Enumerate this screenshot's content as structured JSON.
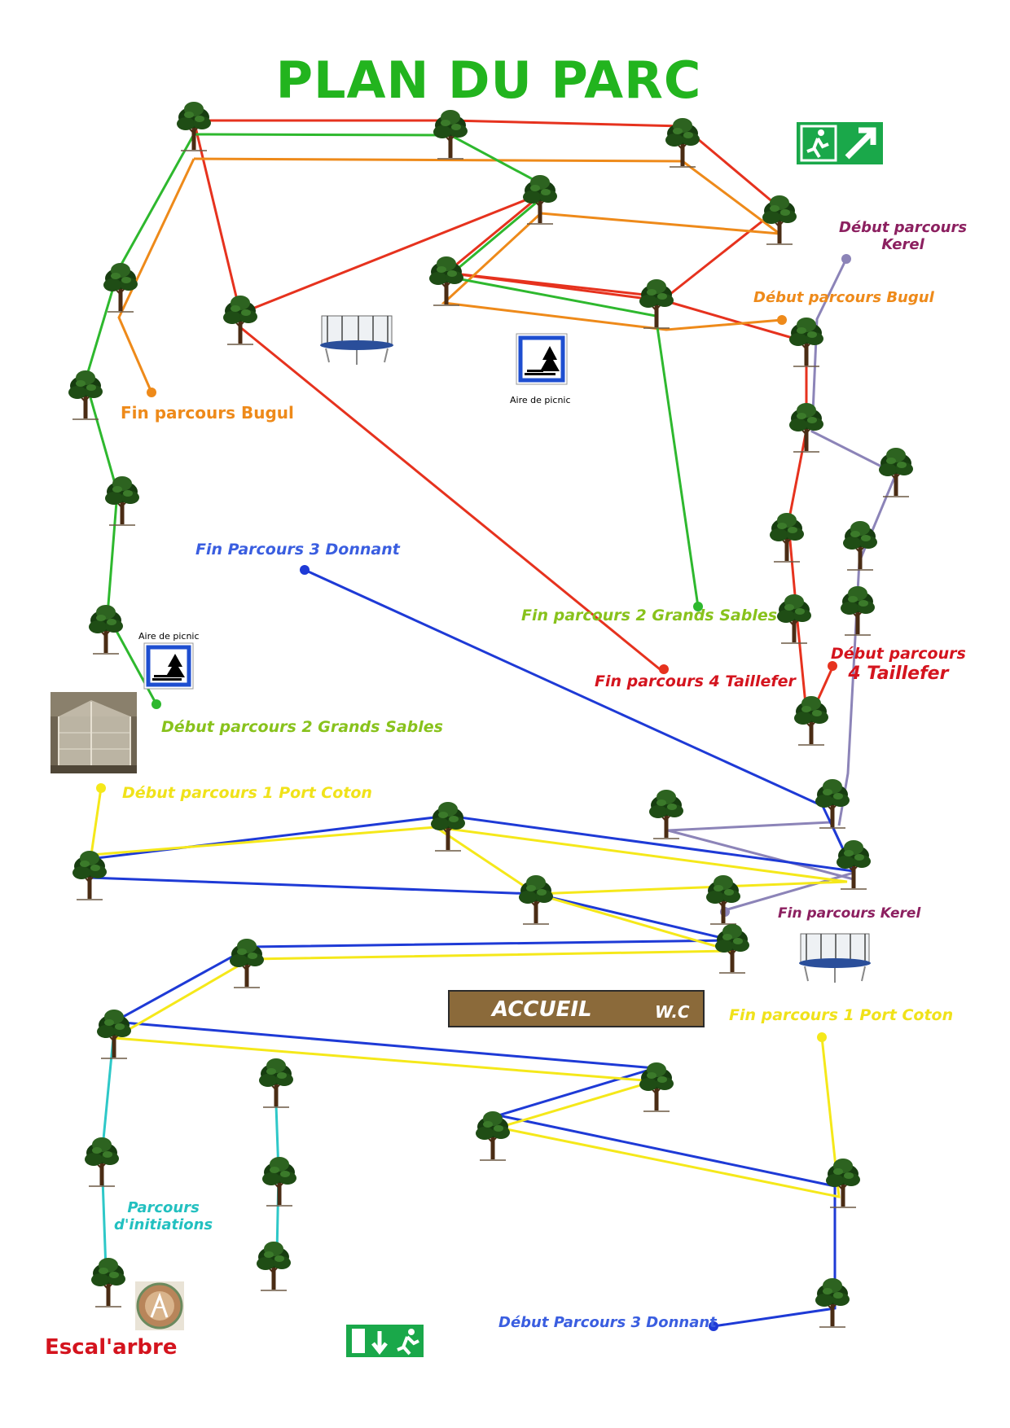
{
  "title": "PLAN DU PARC",
  "colors": {
    "title": "#22b41e",
    "red": "#e6321e",
    "green": "#2eb82e",
    "orange": "#ee8a1a",
    "blue": "#1e3ad6",
    "yellow": "#f5e81a",
    "purple": "#8c84b8",
    "cyan": "#2ec8c8",
    "label_green": "#88c21c",
    "label_orange": "#ee8a1a",
    "label_red": "#d4141e",
    "label_blue": "#3a5ee0",
    "label_yellow": "#f0e21a",
    "label_kerel": "#8c2060",
    "label_cyan": "#22c0c0",
    "escal": "#d4141e",
    "sign_green": "#1aa84a",
    "picnic_blue": "#1e4ed0",
    "accueil_bg": "#8b6a3a"
  },
  "labels": {
    "debut_kerel_1": "Début parcours",
    "debut_kerel_2": "Kerel",
    "debut_bugul": "Début parcours Bugul",
    "fin_bugul": "Fin parcours Bugul",
    "fin_3_donnant": "Fin Parcours 3 Donnant",
    "fin_2_grands_sables": "Fin parcours 2 Grands Sables",
    "debut_4_taillefer_1": "Début parcours",
    "debut_4_taillefer_2": "4 Taillefer",
    "fin_4_taillefer": "Fin parcours 4 Taillefer",
    "debut_2_grands_sables": "Début parcours 2 Grands Sables",
    "debut_1_port_coton": "Début parcours 1 Port Coton",
    "fin_kerel": "Fin parcours Kerel",
    "fin_1_port_coton": "Fin parcours 1 Port Coton",
    "initiations_1": "Parcours",
    "initiations_2": "d'initiations",
    "debut_3_donnant": "Début Parcours 3 Donnant",
    "escal_arbre": "Escal'arbre",
    "aire_picnic_1": "Aire de picnic",
    "aire_picnic_2": "Aire de picnic"
  },
  "accueil": {
    "label": "ACCUEIL",
    "wc": "W.C"
  },
  "icons": {
    "exit_top": "exit-arrow-icon",
    "exit_bottom": "exit-down-icon",
    "trampoline": "trampoline-icon",
    "picnic": "picnic-area-icon",
    "net": "net-enclosure-icon",
    "escal_logo": "escal-arbre-logo-icon",
    "tree": "tree-icon"
  }
}
